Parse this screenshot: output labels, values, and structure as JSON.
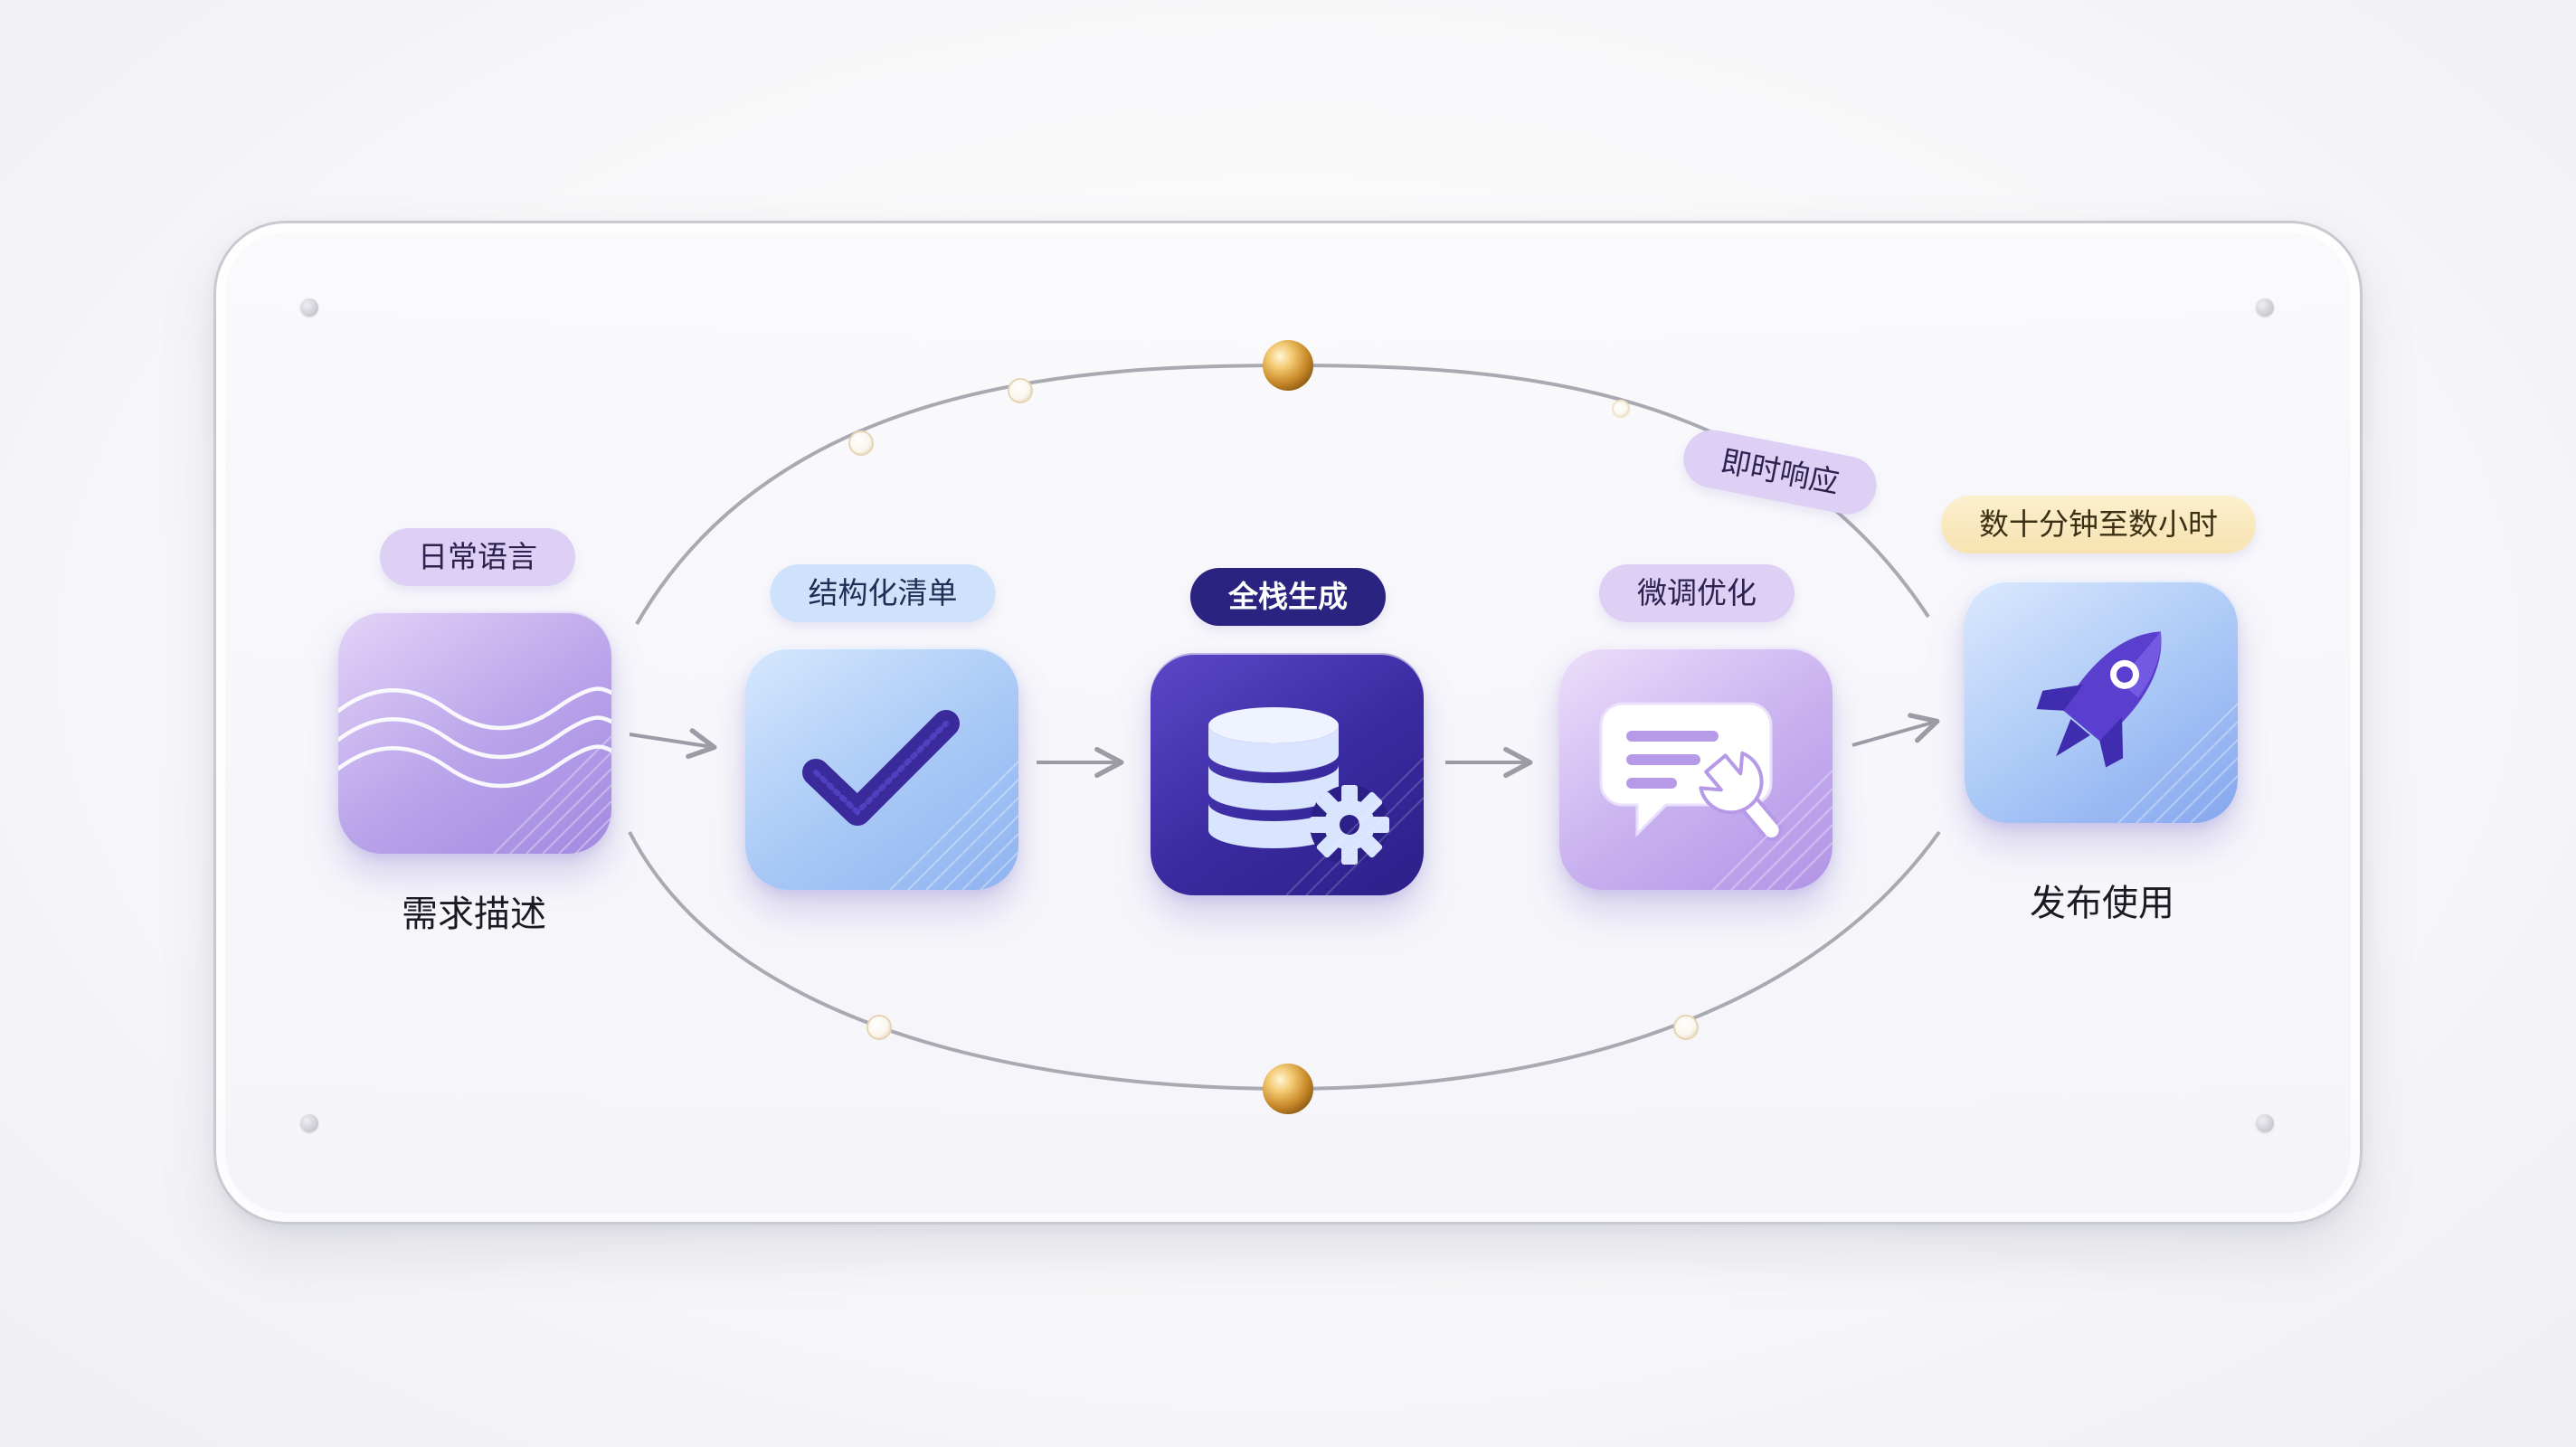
{
  "steps": [
    {
      "tag": "日常语言",
      "label": "需求描述",
      "icon": "wave-lines-icon"
    },
    {
      "tag": "结构化清单",
      "icon": "checkmark-icon"
    },
    {
      "tag": "全栈生成",
      "icon": "database-gear-icon"
    },
    {
      "tag": "微调优化",
      "icon": "chat-wrench-icon"
    },
    {
      "label": "发布使用",
      "icon": "rocket-icon"
    }
  ],
  "loop_tag": "即时响应",
  "time_tag": "数十分钟至数小时",
  "colors": {
    "purple": "#a28ae0",
    "blue": "#8fb3f0",
    "navy": "#2c2088",
    "gold": "#e0a63a"
  }
}
